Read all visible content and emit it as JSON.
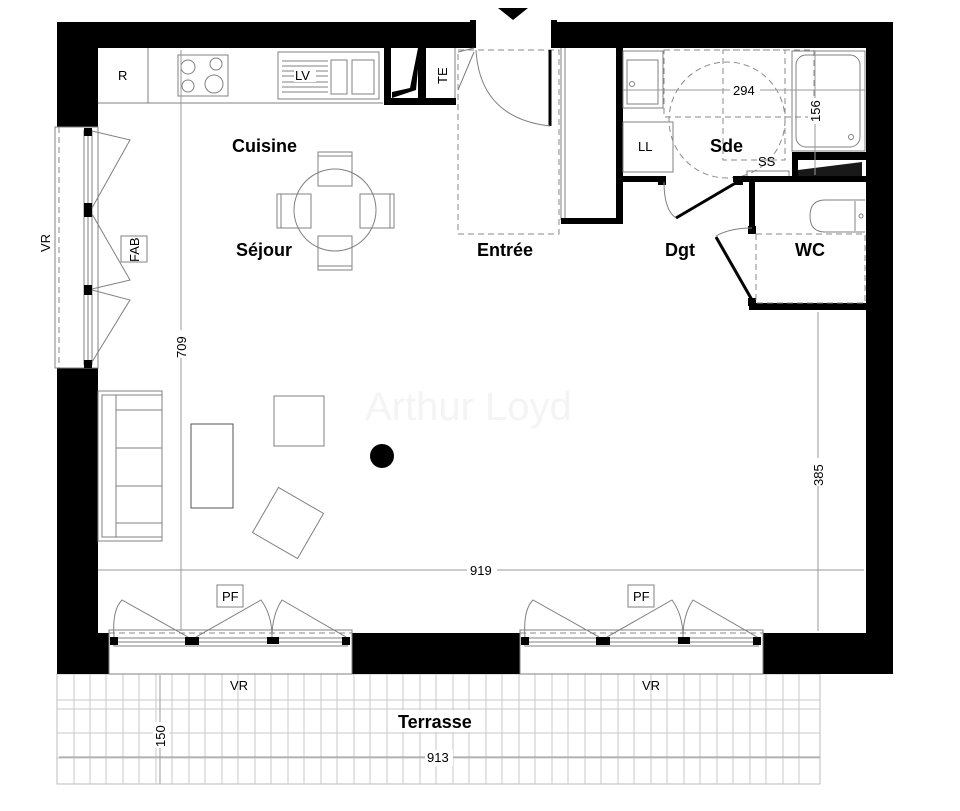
{
  "plan": {
    "watermark": "Arthur Loyd",
    "rooms": {
      "cuisine": "Cuisine",
      "sejour": "Séjour",
      "entree": "Entrée",
      "sde": "Sde",
      "dgt": "Dgt",
      "wc": "WC",
      "terrasse": "Terrasse"
    },
    "fixtures": {
      "refrigerator": "R",
      "dishwasher": "LV",
      "water_heater": "TE",
      "washing_machine": "LL",
      "ss": "SS",
      "fab": "FAB",
      "pf_left": "PF",
      "pf_right": "PF",
      "vr_left_wall": "VR",
      "vr_bottom_left": "VR",
      "vr_bottom_right": "VR"
    },
    "dimensions": {
      "sde_width": "294",
      "shower_length": "156",
      "living_height": "709",
      "living_right_height": "385",
      "living_width": "919",
      "terrasse_width": "913",
      "terrasse_depth": "150"
    }
  }
}
